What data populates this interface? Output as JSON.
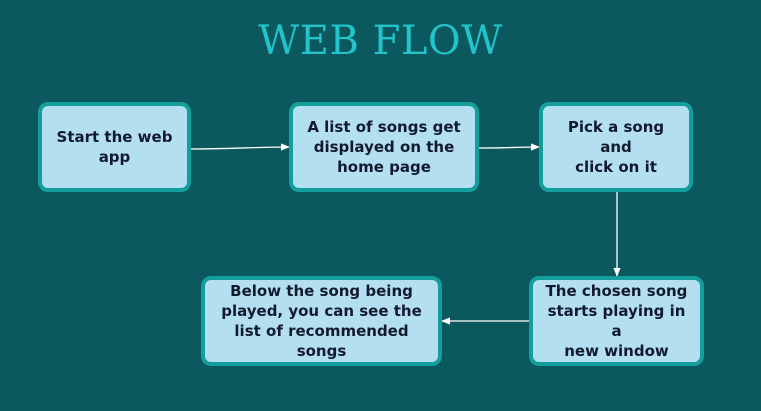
{
  "title": "WEB FLOW",
  "steps": [
    {
      "text": "Start the web\napp"
    },
    {
      "text": "A list of songs get\ndisplayed on the\nhome page"
    },
    {
      "text": "Pick a song and\nclick on it"
    },
    {
      "text": "The chosen song\nstarts playing in a\nnew window"
    },
    {
      "text": "Below the song being\nplayed, you can see the\nlist of recommended songs"
    }
  ],
  "colors": {
    "background": "#0c585f",
    "title": "#22c4c9",
    "box_fill": "#b4dff1",
    "box_border": "#159f9c",
    "box_text": "#121a2e",
    "arrow": "#ffffff"
  }
}
